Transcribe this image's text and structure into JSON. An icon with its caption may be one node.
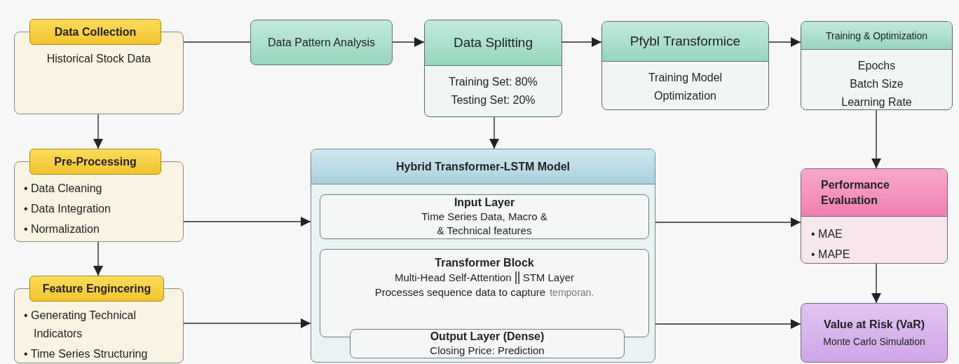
{
  "diagram": {
    "nodes": [
      {
        "text": [
          "Data Collection",
          "Historical Stock Data"
        ]
      },
      {
        "text": [
          "Data Pattern Analysis"
        ]
      },
      {
        "text": [
          "Data Splitting",
          "Training Set: 80%",
          "Testing Set: 20%"
        ]
      },
      {
        "text": [
          "Pfybl Transformice",
          "Training Model Optimization"
        ]
      },
      {
        "text": [
          "Training & Optimization",
          "Epochs",
          "Batch Size",
          "Learning Rate"
        ]
      },
      {
        "text": [
          "Pre-Processing",
          "• Data Cleaning",
          "• Data Integration",
          "• Normalization"
        ]
      },
      {
        "text": [
          "Feature Engincering",
          "• Generating Technical Indicators",
          "• Time Series Structuring"
        ]
      },
      {
        "text": [
          "Hybrid Transformer-LSTM Model"
        ]
      },
      {
        "text": [
          "Input Layer",
          "Time Series Data, Macro & & Technical features"
        ],
        "in": 7
      },
      {
        "text": [
          "Transformer Block",
          "Multi-Head Self-Attention",
          "STM Layer",
          "Processes sequence data to capture",
          "temporan."
        ],
        "in": 7
      },
      {
        "text": [
          "Output Layer (Dense)",
          "Closing Price: Prediction"
        ],
        "in": 7
      },
      {
        "text": [
          "Performance Evaluation",
          "• MAE",
          "• MAPE"
        ]
      },
      {
        "text": [
          "Value at Risk (VaR)",
          "Monte Carlo Simulation"
        ]
      }
    ],
    "edges": [
      {
        "from": 0,
        "to": 1,
        "arrow": "none"
      },
      {
        "from": 1,
        "to": 2,
        "arrow": "to"
      },
      {
        "from": 2,
        "to": 3,
        "arrow": "to"
      },
      {
        "from": 3,
        "to": 4,
        "arrow": "to"
      },
      {
        "from": 0,
        "to": 5,
        "arrow": "to"
      },
      {
        "from": 5,
        "to": 6,
        "arrow": "to"
      },
      {
        "from": 2,
        "to": 7,
        "arrow": "to"
      },
      {
        "from": 5,
        "to": 7,
        "arrow": "to"
      },
      {
        "from": 6,
        "to": 7,
        "arrow": "to"
      },
      {
        "from": 4,
        "to": 11,
        "arrow": "to"
      },
      {
        "from": 7,
        "to": 11,
        "arrow": "to"
      },
      {
        "from": 7,
        "to": 12,
        "arrow": "to"
      },
      {
        "from": 11,
        "to": 12,
        "arrow": "to"
      }
    ]
  }
}
